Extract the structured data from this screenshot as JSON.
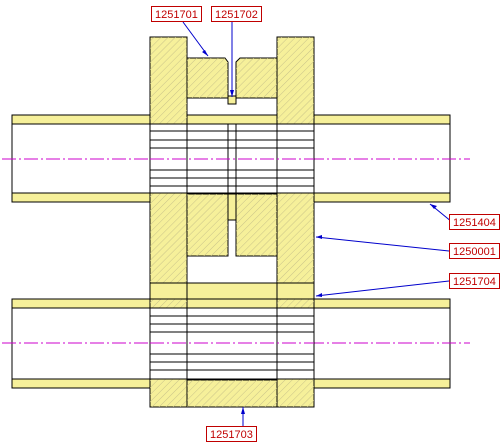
{
  "callouts": [
    {
      "label": "1251701"
    },
    {
      "label": "1251702"
    },
    {
      "label": "1251404"
    },
    {
      "label": "1250001"
    },
    {
      "label": "1251704"
    },
    {
      "label": "1251703"
    }
  ],
  "colors": {
    "part_fill": "#f6f09a",
    "outline": "#000000",
    "hatch": "#c9c38a",
    "centerline": "#cc00cc",
    "leader": "#0000cc",
    "callout_text": "#c00000"
  }
}
